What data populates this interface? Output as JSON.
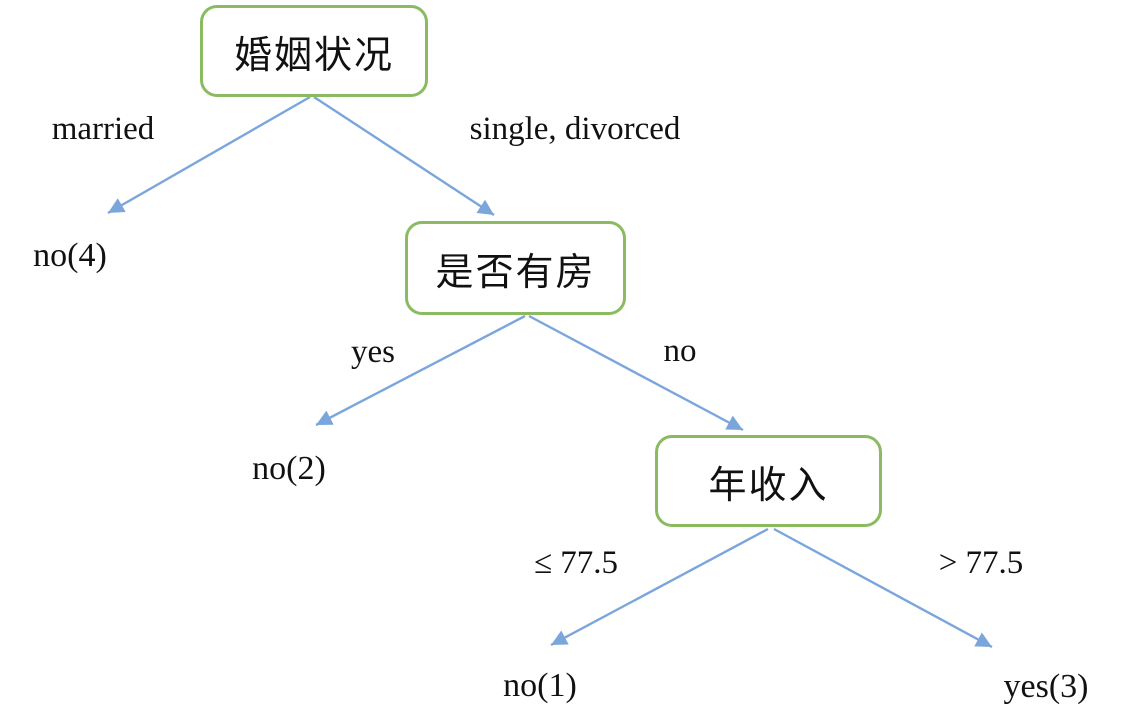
{
  "diagram": {
    "type": "decision-tree",
    "colors": {
      "node_border": "#8ABB60",
      "node_fill": "#ffffff",
      "edge": "#7BA6DB",
      "text": "#111111",
      "background": "#ffffff"
    },
    "nodes": [
      {
        "id": "marital-status",
        "label": "婚姻状况"
      },
      {
        "id": "owns-house",
        "label": "是否有房"
      },
      {
        "id": "annual-income",
        "label": "年收入"
      }
    ],
    "leaves": [
      {
        "id": "leaf-no-4",
        "label": "no(4)"
      },
      {
        "id": "leaf-no-2",
        "label": "no(2)"
      },
      {
        "id": "leaf-no-1",
        "label": "no(1)"
      },
      {
        "id": "leaf-yes-3",
        "label": "yes(3)"
      }
    ],
    "edges": [
      {
        "from": "marital-status",
        "to": "leaf-no-4",
        "label": "married"
      },
      {
        "from": "marital-status",
        "to": "owns-house",
        "label": "single, divorced"
      },
      {
        "from": "owns-house",
        "to": "leaf-no-2",
        "label": "yes"
      },
      {
        "from": "owns-house",
        "to": "annual-income",
        "label": "no"
      },
      {
        "from": "annual-income",
        "to": "leaf-no-1",
        "label": "≤ 77.5"
      },
      {
        "from": "annual-income",
        "to": "leaf-yes-3",
        "label": "> 77.5"
      }
    ]
  }
}
